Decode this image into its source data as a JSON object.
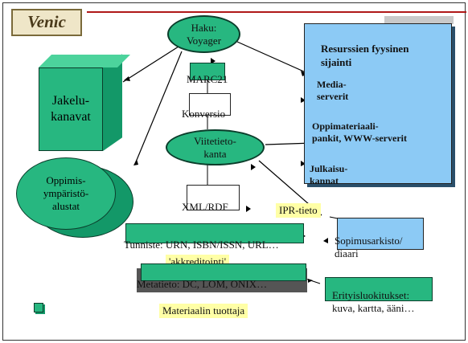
{
  "diagram": {
    "haku": "Haku:\nVoyager",
    "marc21": "MARC21",
    "konversio": "Konversio",
    "viitetietokanta": "Viitetieto-\nkanta",
    "xml_rdf": "XML/RDF",
    "jakelukanavat": "Jakelu-\nkanavat",
    "oppimisymparistoalustat": "Oppimis-\nympäristö-\nalustat",
    "resurssit_title": "Resurssien fyysinen\nsijainti",
    "mediaserverit": "Media-\nserverit",
    "oppimateriaalipankit": "Oppimateriaali-\npankit, WWW-serverit",
    "julkaisukannat": "Julkaisu-\nkannat",
    "ipr_tieto": "IPR-tieto",
    "sopimusarkisto": "Sopimusarkisto/\ndiaari",
    "tunniste": "Tunniste: URN, ISBN/ISSN, URL…",
    "akkreditointi": "'akkreditointi'",
    "metatieto": "Metatieto: DC, LOM, ONIX…",
    "erityisluokitukset": "Erityisluokitukset:\nkuva, kartta, ääni…",
    "materiaalin_tuottaja": "Materiaalin tuottaja"
  },
  "logo": {
    "text": "Venic"
  },
  "colors": {
    "green": "#27b780",
    "blue": "#8ccaf5",
    "yellow": "#ffffa6",
    "accent_line": "#b01818"
  }
}
